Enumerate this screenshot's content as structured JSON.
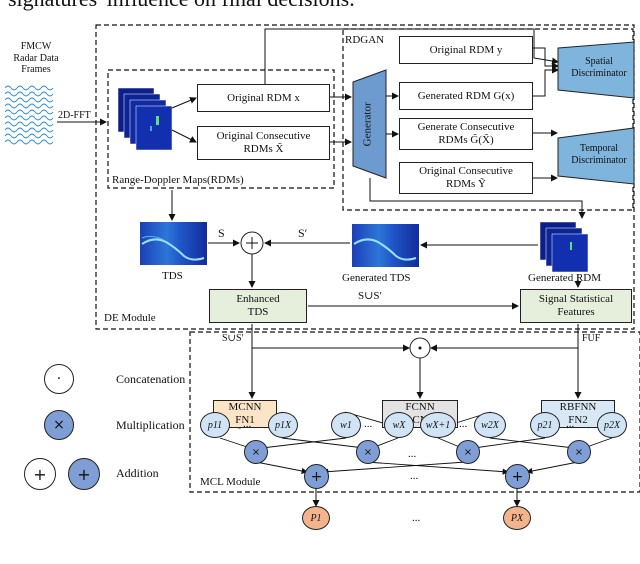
{
  "top_text": "signatures' influence on final decisions.",
  "input": {
    "label_line1": "FMCW",
    "label_line2": "Radar Data",
    "label_line3": "Frames",
    "fft": "2D-FFT"
  },
  "rdgan": {
    "title": "RDGAN",
    "original_rdm_y": "Original RDM y",
    "generated_rdm_g": "Generated RDM G(x)",
    "generate_consec_line1": "Generate Consecutive",
    "generate_consec_line2": "RDMs G̃(X̃)",
    "original_consec_y_line1": "Original Consecutive",
    "original_consec_y_line2": "RDMs Ỹ",
    "generator": "Generator",
    "spatial_line1": "Spatial",
    "spatial_line2": "Discriminator",
    "temporal_line1": "Temporal",
    "temporal_line2": "Discriminator"
  },
  "rdms": {
    "original_rdm_x": "Original RDM x",
    "original_consec_line1": "Original Consecutive",
    "original_consec_line2": "RDMs X̃",
    "caption": "Range-Doppler Maps(RDMs)"
  },
  "de": {
    "tds": "TDS",
    "s": "S",
    "s_prime": "S′",
    "generated_tds": "Generated TDS",
    "generated_rdm": "Generated RDM",
    "enhanced_line1": "Enhanced",
    "enhanced_line2": "TDS",
    "s_union": "S∪S′",
    "ssf_line1": "Signal Statistical",
    "ssf_line2": "Features",
    "module_label": "DE Module"
  },
  "mcl": {
    "s_union_in": "S∪S′",
    "fuf": "FUF",
    "mcnn_line1": "MCNN",
    "mcnn_line2": "FN1",
    "fcnn_line1": "FCNN",
    "fcnn_line2": "CN",
    "rbfnn_line1": "RBFNN",
    "rbfnn_line2": "FN2",
    "p11": "p11",
    "p1x": "p1X",
    "w1": "w1",
    "wx": "wX",
    "wx1": "wX+1",
    "w2x": "w2X",
    "p21": "p21",
    "p2x": "p2X",
    "dots": "...",
    "P1": "P1",
    "PX": "PX",
    "module_label": "MCL Module"
  },
  "legend": {
    "concatenation": "Concatenation",
    "multiplication": "Multiplication",
    "addition": "Addition",
    "concat_symbol": "·",
    "mult_symbol": "×",
    "add_symbol": "+"
  },
  "colors": {
    "rdm_dark": "#0b1e8a",
    "rdm_mid": "#1f4fd1",
    "disc": "#7fb4dd",
    "generator": "#6d9bd0",
    "green_box": "#e6efdc",
    "orange_box": "#fbe5c6",
    "circle_light": "#d0e4f5",
    "circle_dark": "#7f9ed6",
    "output_circle": "#f3b48d"
  }
}
